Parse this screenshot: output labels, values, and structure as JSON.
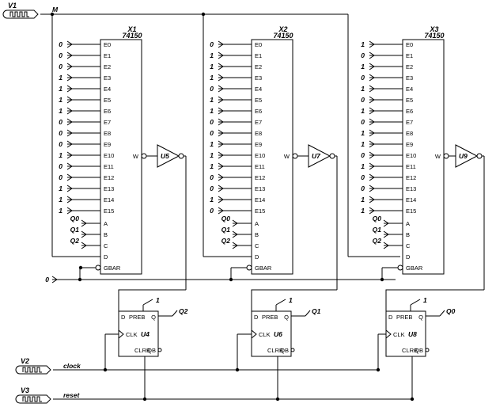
{
  "sources": [
    {
      "ref": "V1",
      "net": "M"
    },
    {
      "ref": "V2",
      "net": "clock"
    },
    {
      "ref": "V3",
      "net": "reset"
    }
  ],
  "const_gbar": "0",
  "muxes": [
    {
      "ref": "X1",
      "part": "74150",
      "inputs": [
        "0",
        "0",
        "0",
        "1",
        "1",
        "1",
        "1",
        "0",
        "0",
        "0",
        "1",
        "0",
        "0",
        "1",
        "1",
        "1"
      ],
      "sel": [
        "Q0",
        "Q1",
        "Q2"
      ]
    },
    {
      "ref": "X2",
      "part": "74150",
      "inputs": [
        "0",
        "1",
        "1",
        "1",
        "0",
        "1",
        "1",
        "0",
        "0",
        "1",
        "1",
        "1",
        "0",
        "0",
        "1",
        "0"
      ],
      "sel": [
        "Q0",
        "Q1",
        "Q2"
      ]
    },
    {
      "ref": "X3",
      "part": "74150",
      "inputs": [
        "1",
        "0",
        "1",
        "0",
        "1",
        "0",
        "1",
        "0",
        "1",
        "1",
        "0",
        "1",
        "0",
        "0",
        "1",
        "1"
      ],
      "sel": [
        "Q0",
        "Q1",
        "Q2"
      ]
    }
  ],
  "pins": {
    "e": [
      "E0",
      "E1",
      "E2",
      "E3",
      "E4",
      "E5",
      "E6",
      "E7",
      "E8",
      "E9",
      "E10",
      "E11",
      "E12",
      "E13",
      "E14",
      "E15"
    ],
    "sel": [
      "A",
      "B",
      "C"
    ],
    "d": "D",
    "gbar": "GBAR",
    "w": "W"
  },
  "inverters": [
    "U5",
    "U7",
    "U9"
  ],
  "flops": [
    {
      "ref": "U4",
      "out": "Q2",
      "pre_value": "1"
    },
    {
      "ref": "U6",
      "out": "Q1",
      "pre_value": "1"
    },
    {
      "ref": "U8",
      "out": "Q0",
      "pre_value": "1"
    }
  ],
  "ff_pins": {
    "d": "D",
    "preb": "PREB",
    "q": "Q",
    "clk": "CLK",
    "clrb": "CLRB",
    "qb": "QB"
  }
}
